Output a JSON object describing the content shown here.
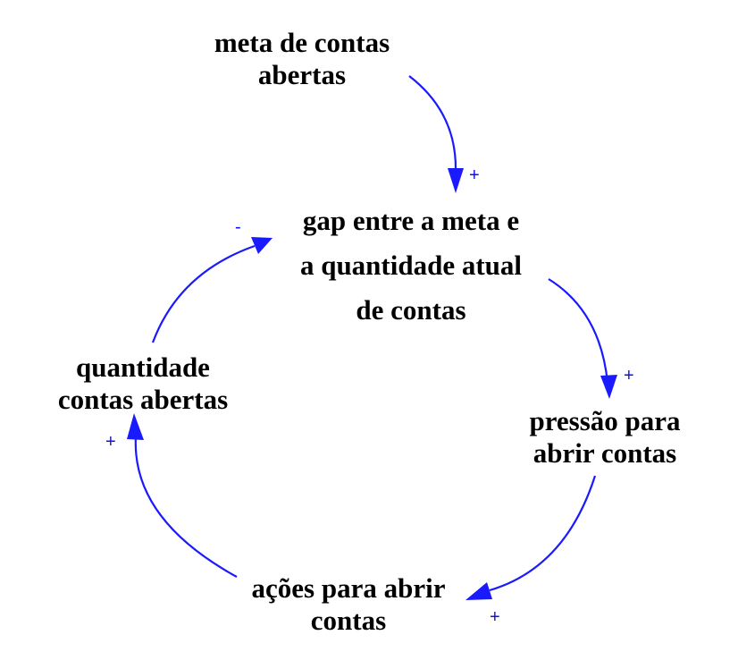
{
  "diagram": {
    "edge_color": "#1a1aff",
    "nodes": {
      "meta": {
        "lines": [
          "meta de contas",
          "abertas"
        ]
      },
      "gap": {
        "lines": [
          "gap entre a meta e",
          "a quantidade atual",
          "de contas"
        ]
      },
      "pressao": {
        "lines": [
          "pressão para",
          "abrir contas"
        ]
      },
      "acoes": {
        "lines": [
          "ações para abrir",
          "contas"
        ]
      },
      "quantidade": {
        "lines": [
          "quantidade",
          "contas abertas"
        ]
      }
    },
    "links": [
      {
        "from": "meta de contas abertas",
        "to": "gap entre a meta e a quantidade atual de contas",
        "polarity": "+"
      },
      {
        "from": "gap entre a meta e a quantidade atual de contas",
        "to": "pressão para abrir contas",
        "polarity": "+"
      },
      {
        "from": "pressão para abrir contas",
        "to": "ações para abrir contas",
        "polarity": "+"
      },
      {
        "from": "ações para abrir contas",
        "to": "quantidade contas abertas",
        "polarity": "+"
      },
      {
        "from": "quantidade contas abertas",
        "to": "gap entre a meta e a quantidade atual de contas",
        "polarity": "-"
      }
    ]
  }
}
